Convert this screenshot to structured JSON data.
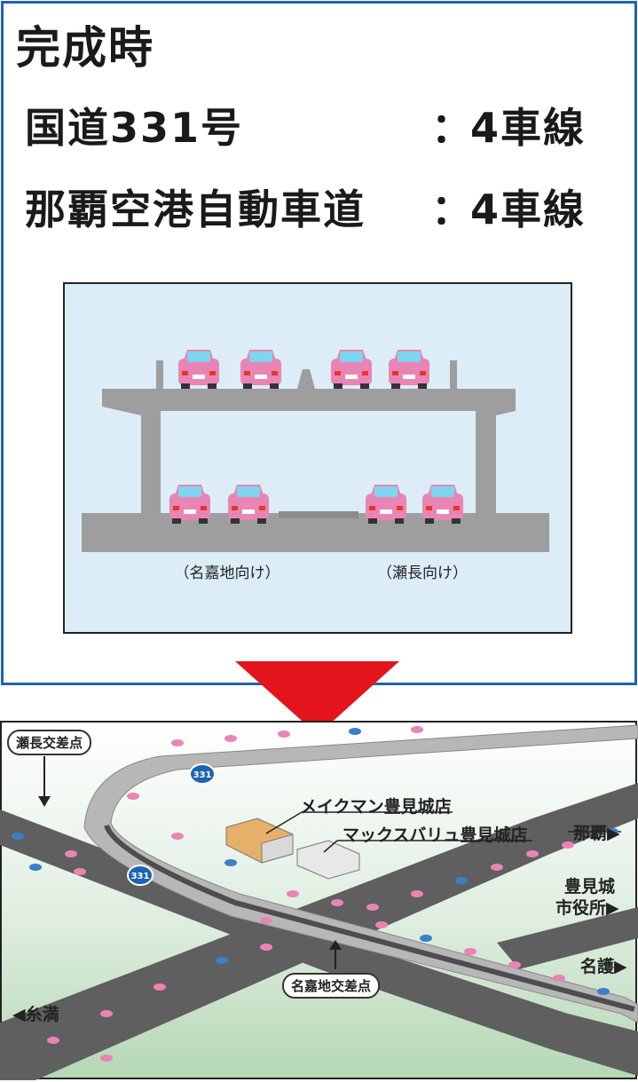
{
  "title": "完成時",
  "rows": [
    {
      "label": "国道331号",
      "colon": "：",
      "value": "4車線"
    },
    {
      "label": "那覇空港自動車道",
      "colon": "：",
      "value": "4車線"
    }
  ],
  "cross_section": {
    "left_direction": "（名嘉地向け）",
    "right_direction": "（瀬長向け）"
  },
  "map": {
    "route_shield": "331",
    "labels": {
      "senaga": "瀬長交差点",
      "nakachi": "名嘉地交差点",
      "makeman": "メイクマン豊見城店",
      "maxvalu": "マックスバリュ豊見城店",
      "naha": "那覇▶",
      "city_hall_1": "豊見城",
      "city_hall_2": "市役所▶",
      "nago": "名護▶",
      "itoman": "◀糸満"
    }
  },
  "colors": {
    "border": "#1d63b3",
    "arrow": "#e3141c",
    "car": "#e985b4",
    "road": "#9e9e9e",
    "panel_bg": "#dcedf7"
  }
}
